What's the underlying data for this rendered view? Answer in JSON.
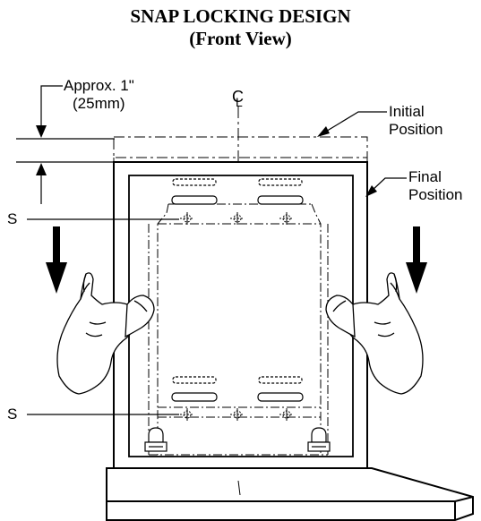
{
  "title": {
    "line1": "SNAP LOCKING DESIGN",
    "line2": "(Front View)"
  },
  "labels": {
    "approx_line1": "Approx. 1\"",
    "approx_line2": "(25mm)",
    "centerline": "C",
    "centerline_sub": "L",
    "initial_line1": "Initial",
    "initial_line2": "Position",
    "final_line1": "Final",
    "final_line2": "Position",
    "s_upper": "S",
    "s_lower": "S"
  }
}
